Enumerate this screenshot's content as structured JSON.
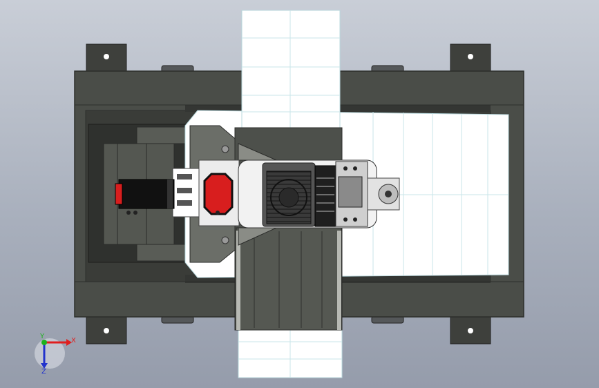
{
  "triad": {
    "x_label": "X",
    "y_label": "Y",
    "z_label": "Z",
    "colors": {
      "x": "#e01e1e",
      "y": "#1db21d",
      "z": "#2233cc"
    }
  },
  "palette": {
    "frame": "#4a4d48",
    "frame_edge": "#2c2e2b",
    "cover": "#ffffff",
    "cover_line": "#c8e6ea",
    "motor_body": "#111111",
    "motor_red": "#d81e1e",
    "background_top": "#c9ced7",
    "background_bottom": "#959cab"
  }
}
